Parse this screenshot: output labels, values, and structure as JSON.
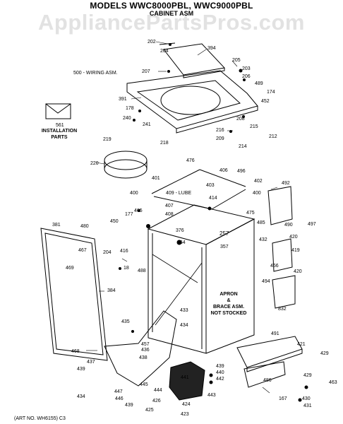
{
  "header": {
    "title": "MODELS WWC8000PBL, WWC9000PBL",
    "subtitle": "CABINET ASM",
    "watermark": "AppliancePartsPros.com"
  },
  "callouts": {
    "wiring": "500 - WIRING ASM.",
    "installation_num": "561",
    "installation_line1": "INSTALLATION",
    "installation_line2": "PARTS",
    "lube": "409 - LUBE",
    "apron_line1": "APRON",
    "apron_line2": "&",
    "apron_line3": "BRACE ASM.",
    "apron_line4": "NOT STOCKED",
    "art_no": "(ART NO. WH6155) C3"
  },
  "part_numbers": [
    {
      "id": "p202",
      "text": "202"
    },
    {
      "id": "p204",
      "text": "204"
    },
    {
      "id": "p394",
      "text": "394"
    },
    {
      "id": "p205",
      "text": "205"
    },
    {
      "id": "p203",
      "text": "203"
    },
    {
      "id": "p206",
      "text": "206"
    },
    {
      "id": "p489",
      "text": "489"
    },
    {
      "id": "p207",
      "text": "207"
    },
    {
      "id": "p174",
      "text": "174"
    },
    {
      "id": "p391",
      "text": "391"
    },
    {
      "id": "p452",
      "text": "452"
    },
    {
      "id": "p178",
      "text": "178"
    },
    {
      "id": "p240",
      "text": "240"
    },
    {
      "id": "p241",
      "text": "241"
    },
    {
      "id": "p208",
      "text": "208"
    },
    {
      "id": "p215",
      "text": "215"
    },
    {
      "id": "p216",
      "text": "216"
    },
    {
      "id": "p209",
      "text": "209"
    },
    {
      "id": "p212",
      "text": "212"
    },
    {
      "id": "p214",
      "text": "214"
    },
    {
      "id": "p219",
      "text": "219"
    },
    {
      "id": "p218",
      "text": "218"
    },
    {
      "id": "p220",
      "text": "220"
    },
    {
      "id": "p476",
      "text": "476"
    },
    {
      "id": "p406",
      "text": "406"
    },
    {
      "id": "p496",
      "text": "496"
    },
    {
      "id": "p401",
      "text": "401"
    },
    {
      "id": "p403",
      "text": "403"
    },
    {
      "id": "p402",
      "text": "402"
    },
    {
      "id": "p492",
      "text": "492"
    },
    {
      "id": "p400a",
      "text": "400"
    },
    {
      "id": "p400b",
      "text": "400"
    },
    {
      "id": "p414",
      "text": "414"
    },
    {
      "id": "p407",
      "text": "407"
    },
    {
      "id": "p465",
      "text": "465"
    },
    {
      "id": "p408",
      "text": "408"
    },
    {
      "id": "p475",
      "text": "475"
    },
    {
      "id": "p177",
      "text": "177"
    },
    {
      "id": "p490",
      "text": "490"
    },
    {
      "id": "p497",
      "text": "497"
    },
    {
      "id": "p450",
      "text": "450"
    },
    {
      "id": "p376",
      "text": "376"
    },
    {
      "id": "p485",
      "text": "485"
    },
    {
      "id": "p381",
      "text": "381"
    },
    {
      "id": "p480",
      "text": "480"
    },
    {
      "id": "p257",
      "text": "257"
    },
    {
      "id": "p420a",
      "text": "420"
    },
    {
      "id": "p432",
      "text": "432"
    },
    {
      "id": "p467",
      "text": "467"
    },
    {
      "id": "p204b",
      "text": "204"
    },
    {
      "id": "p416",
      "text": "416"
    },
    {
      "id": "p464",
      "text": "464"
    },
    {
      "id": "p357",
      "text": "357"
    },
    {
      "id": "p419",
      "text": "419"
    },
    {
      "id": "p18",
      "text": "18"
    },
    {
      "id": "p469",
      "text": "469"
    },
    {
      "id": "p488",
      "text": "488"
    },
    {
      "id": "p466",
      "text": "466"
    },
    {
      "id": "p420b",
      "text": "420"
    },
    {
      "id": "p494",
      "text": "494"
    },
    {
      "id": "p384",
      "text": "384"
    },
    {
      "id": "p832",
      "text": "832"
    },
    {
      "id": "p433",
      "text": "433"
    },
    {
      "id": "p435",
      "text": "435"
    },
    {
      "id": "p434",
      "text": "434"
    },
    {
      "id": "p491",
      "text": "491"
    },
    {
      "id": "p457",
      "text": "457"
    },
    {
      "id": "p436",
      "text": "436"
    },
    {
      "id": "p421",
      "text": "421"
    },
    {
      "id": "p468",
      "text": "468"
    },
    {
      "id": "p437",
      "text": "437"
    },
    {
      "id": "p438",
      "text": "438"
    },
    {
      "id": "p439a",
      "text": "439"
    },
    {
      "id": "p429a",
      "text": "429"
    },
    {
      "id": "p439b",
      "text": "439"
    },
    {
      "id": "p440",
      "text": "440"
    },
    {
      "id": "p442",
      "text": "442"
    },
    {
      "id": "p441",
      "text": "441"
    },
    {
      "id": "p486",
      "text": "486"
    },
    {
      "id": "p429b",
      "text": "429"
    },
    {
      "id": "p463",
      "text": "463"
    },
    {
      "id": "p445",
      "text": "445"
    },
    {
      "id": "p447",
      "text": "447"
    },
    {
      "id": "p444",
      "text": "444"
    },
    {
      "id": "p443",
      "text": "443"
    },
    {
      "id": "p434b",
      "text": "434"
    },
    {
      "id": "p446",
      "text": "446"
    },
    {
      "id": "p167",
      "text": "167"
    },
    {
      "id": "p430",
      "text": "430"
    },
    {
      "id": "p439c",
      "text": "439"
    },
    {
      "id": "p426",
      "text": "426"
    },
    {
      "id": "p424",
      "text": "424"
    },
    {
      "id": "p425",
      "text": "425"
    },
    {
      "id": "p423",
      "text": "423"
    },
    {
      "id": "p431",
      "text": "431"
    }
  ]
}
